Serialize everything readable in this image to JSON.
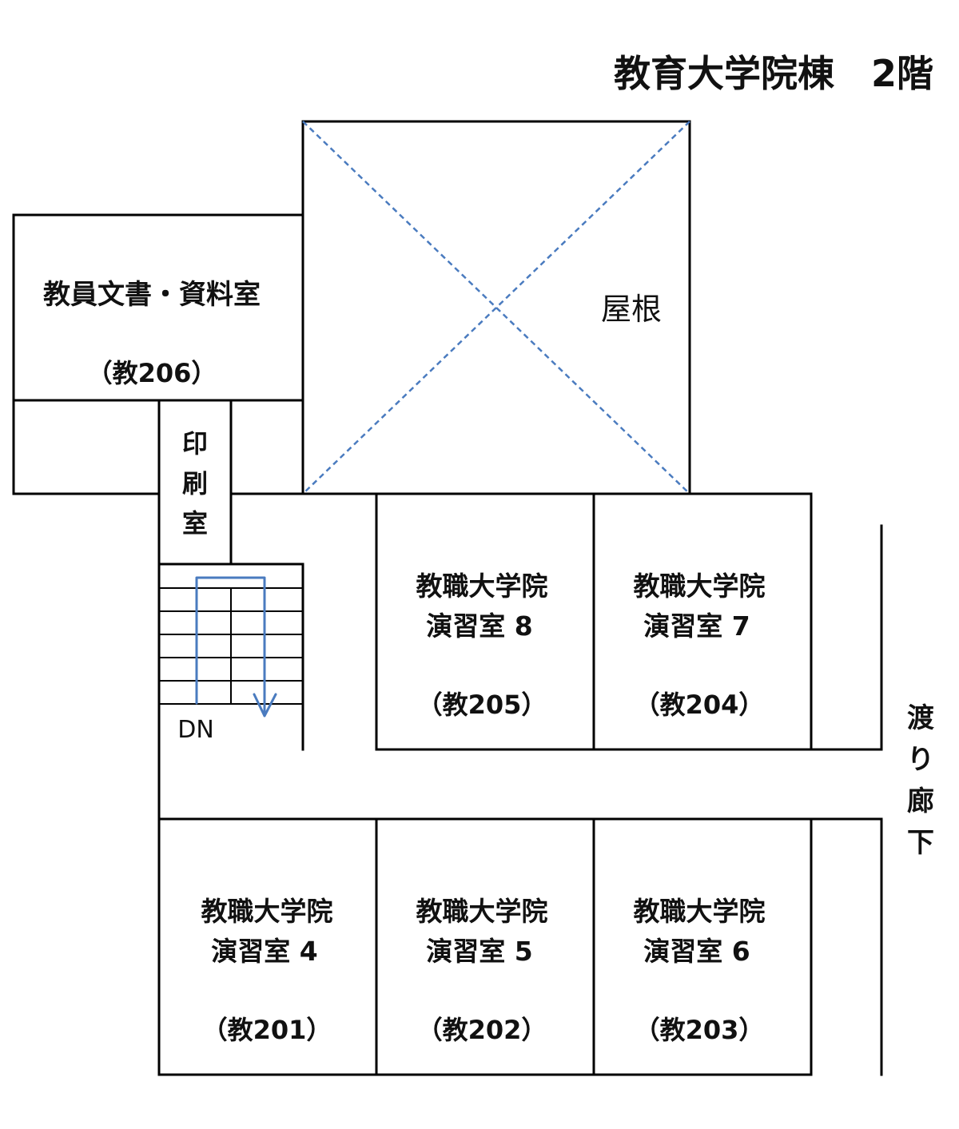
{
  "title": "教育大学院棟　2階",
  "rooms": {
    "archive": {
      "name": "教員文書・資料室",
      "code": "（教206）"
    },
    "print": {
      "name": [
        "印",
        "刷",
        "室"
      ]
    },
    "roof": {
      "name": "屋根"
    },
    "r205": {
      "name": "教職大学院",
      "sub": "演習室 8",
      "code": "（教205）"
    },
    "r204": {
      "name": "教職大学院",
      "sub": "演習室 7",
      "code": "（教204）"
    },
    "r201": {
      "name": "教職大学院",
      "sub": "演習室 4",
      "code": "（教201）"
    },
    "r202": {
      "name": "教職大学院",
      "sub": "演習室 5",
      "code": "（教202）"
    },
    "r203": {
      "name": "教職大学院",
      "sub": "演習室 6",
      "code": "（教203）"
    }
  },
  "stairs": {
    "label": "DN"
  },
  "corridor": {
    "name": [
      "渡",
      "り",
      "廊",
      "下"
    ]
  }
}
